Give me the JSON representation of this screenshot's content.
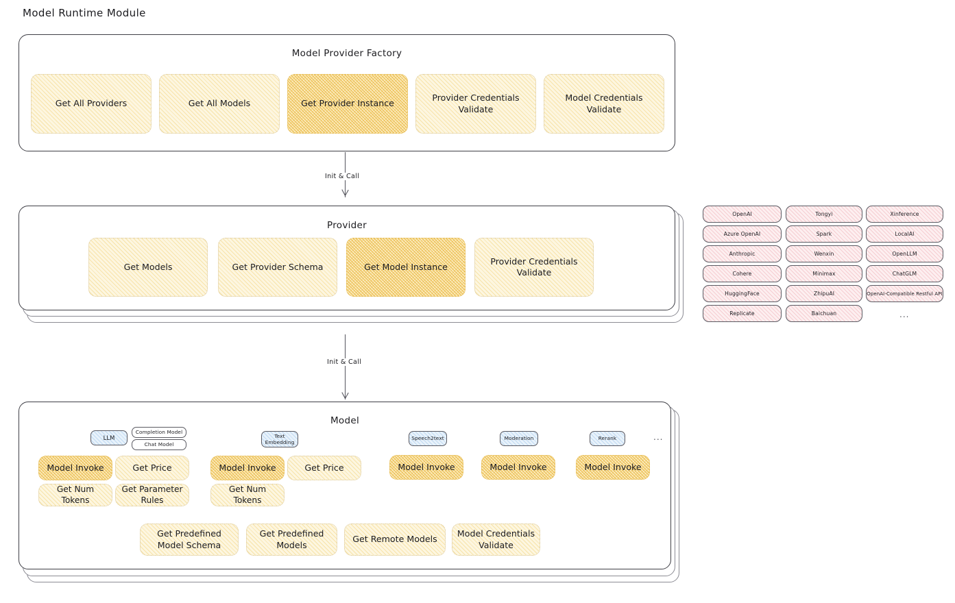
{
  "page": {
    "title": "Model Runtime Module"
  },
  "colors": {
    "fn_fill": "#fdf6e0",
    "fn_fill_highlight": "#fceec3",
    "fn_stroke": "#d9c79a",
    "chip_fill": "#fdeff0",
    "badge_fill": "#e8f2fb",
    "card_stroke": "#3f3f46",
    "text": "#1b1b1f"
  },
  "factory": {
    "title": "Model Provider Factory",
    "functions": [
      {
        "label": "Get All Providers",
        "highlight": false
      },
      {
        "label": "Get All Models",
        "highlight": false
      },
      {
        "label": "Get Provider Instance",
        "highlight": true
      },
      {
        "label": "Provider Credentials Validate",
        "highlight": false
      },
      {
        "label": "Model Credentials Validate",
        "highlight": false
      }
    ]
  },
  "arrows": [
    {
      "label": "Init & Call"
    },
    {
      "label": "Init & Call"
    }
  ],
  "provider": {
    "title": "Provider",
    "functions": [
      {
        "label": "Get Models",
        "highlight": false
      },
      {
        "label": "Get Provider Schema",
        "highlight": false
      },
      {
        "label": "Get Model Instance",
        "highlight": true
      },
      {
        "label": "Provider Credentials Validate",
        "highlight": false
      }
    ]
  },
  "provider_list": {
    "columns": [
      {
        "items": [
          "OpenAI",
          "Azure OpenAI",
          "Anthropic",
          "Cohere",
          "HuggingFace",
          "Replicate"
        ]
      },
      {
        "items": [
          "Tongyi",
          "Spark",
          "Wenxin",
          "Minimax",
          "ZhipuAI",
          "Baichuan"
        ]
      },
      {
        "items": [
          "Xinference",
          "LocalAI",
          "OpenLLM",
          "ChatGLM",
          "OpenAI-Compatible Restful API"
        ]
      }
    ],
    "more": "..."
  },
  "model": {
    "title": "Model",
    "more": "...",
    "types": [
      {
        "badge": "LLM",
        "sub_badges": [
          "Completion Model",
          "Chat Model"
        ],
        "functions": [
          {
            "label": "Model Invoke",
            "highlight": true
          },
          {
            "label": "Get Price",
            "highlight": false
          },
          {
            "label": "Get Num Tokens",
            "highlight": false
          },
          {
            "label": "Get Parameter Rules",
            "highlight": false
          }
        ]
      },
      {
        "badge": "Text Embedding",
        "sub_badges": [],
        "functions": [
          {
            "label": "Model Invoke",
            "highlight": true
          },
          {
            "label": "Get Price",
            "highlight": false
          },
          {
            "label": "Get Num Tokens",
            "highlight": false
          }
        ]
      },
      {
        "badge": "Speech2text",
        "sub_badges": [],
        "functions": [
          {
            "label": "Model Invoke",
            "highlight": true
          }
        ]
      },
      {
        "badge": "Moderation",
        "sub_badges": [],
        "functions": [
          {
            "label": "Model Invoke",
            "highlight": true
          }
        ]
      },
      {
        "badge": "Rerank",
        "sub_badges": [],
        "functions": [
          {
            "label": "Model Invoke",
            "highlight": true
          }
        ]
      }
    ],
    "shared_functions": [
      {
        "label": "Get Predefined Model Schema"
      },
      {
        "label": "Get Predefined Models"
      },
      {
        "label": "Get Remote Models"
      },
      {
        "label": "Model Credentials Validate"
      }
    ]
  }
}
